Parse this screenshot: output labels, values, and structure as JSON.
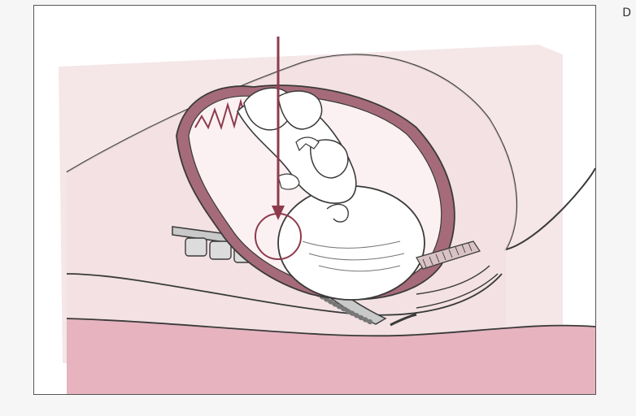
{
  "figure": {
    "corner_glyph": "D",
    "colors": {
      "tissue_pink": "#f2dfe2",
      "surface_pink": "#e6b3bf",
      "uterus_wall": "#a66b7a",
      "arrow": "#8d3b4d",
      "outline": "#3a3a3a",
      "frame": "#555555"
    },
    "icons": [
      "downward-pressure-arrow",
      "fetal-head-circle-marker"
    ]
  }
}
